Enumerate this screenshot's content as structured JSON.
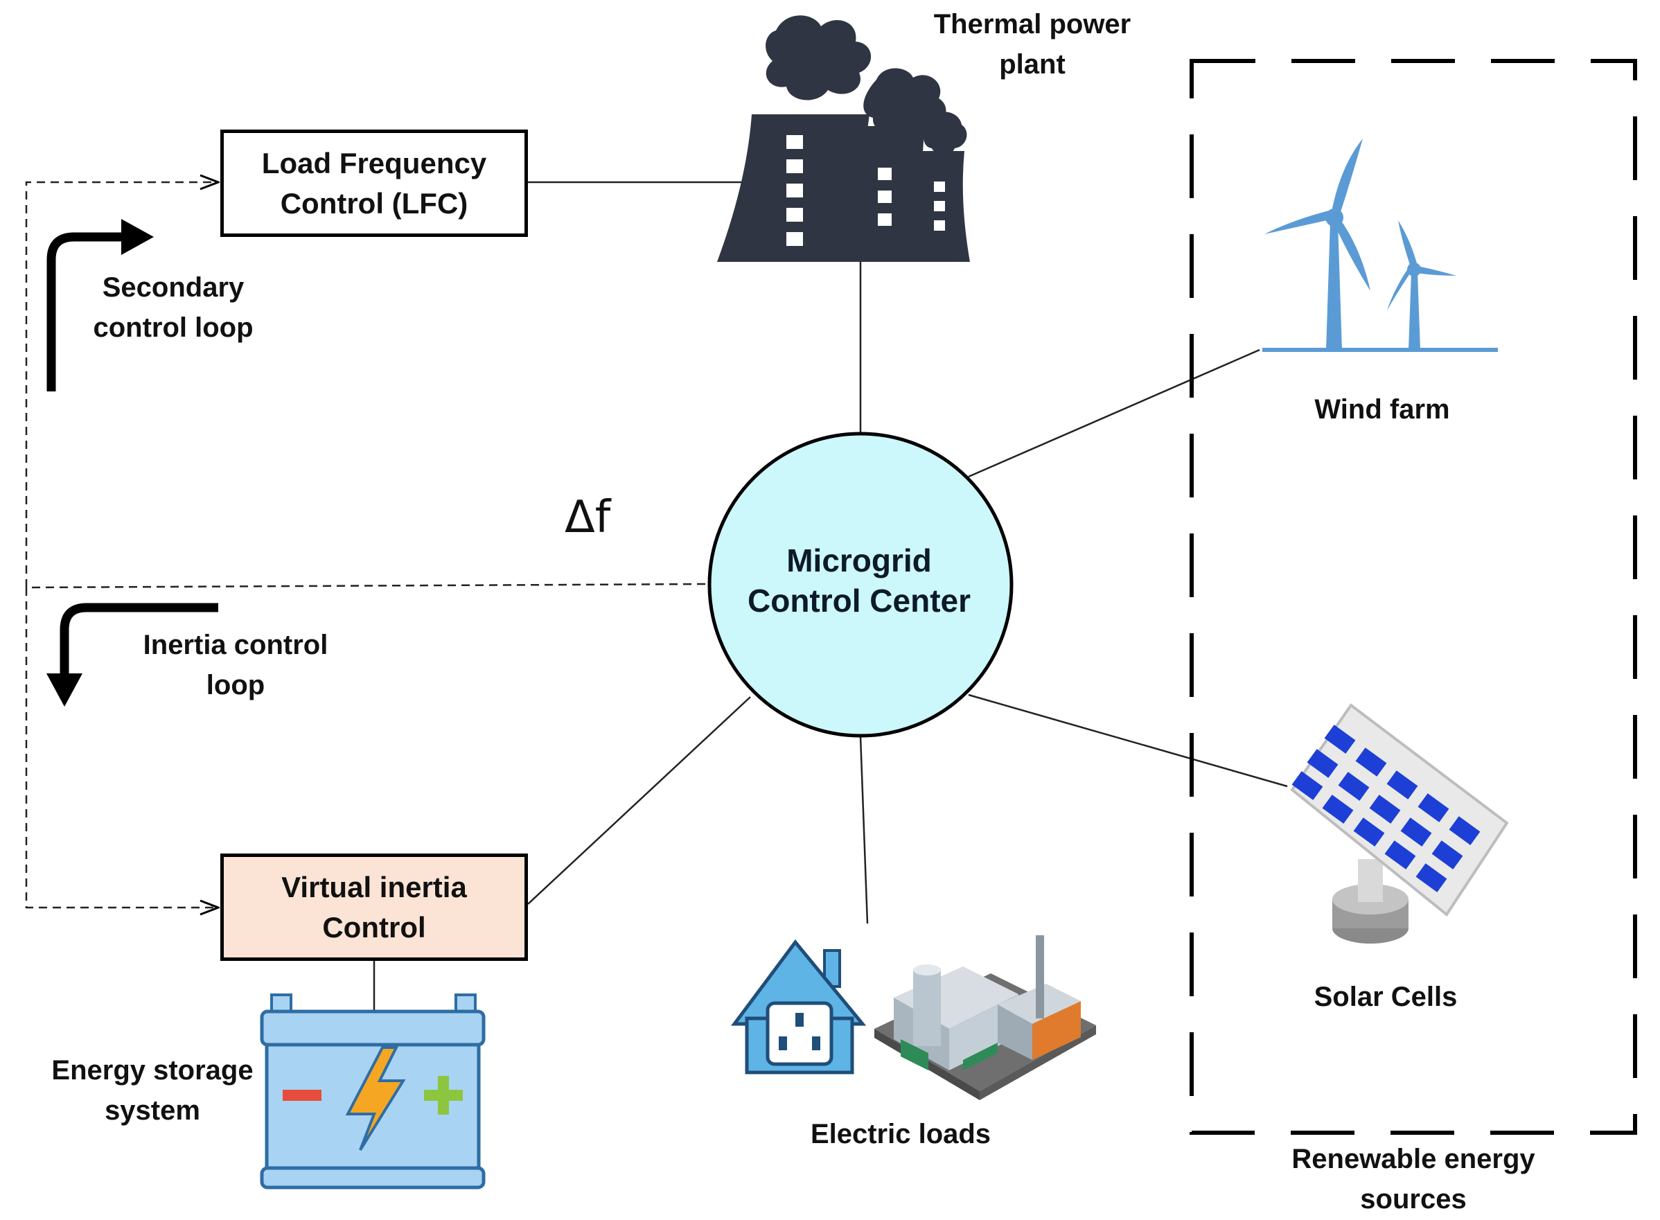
{
  "center": {
    "line1": "Microgrid",
    "line2": "Control Center"
  },
  "lfc_box": {
    "line1": "Load Frequency",
    "line2": "Control (LFC)"
  },
  "vic_box": {
    "line1": "Virtual inertia",
    "line2": "Control"
  },
  "labels": {
    "thermal": {
      "line1": "Thermal power",
      "line2": "plant"
    },
    "wind": "Wind farm",
    "solar": "Solar Cells",
    "loads": "Electric loads",
    "storage": {
      "line1": "Energy storage",
      "line2": "system"
    },
    "renewable": {
      "line1": "Renewable energy",
      "line2": "sources"
    },
    "secondary_loop": {
      "line1": "Secondary",
      "line2": "control loop"
    },
    "inertia_loop": {
      "line1": "Inertia control",
      "line2": "loop"
    },
    "delta_f": "Δf"
  },
  "colors": {
    "center_fill": "#ccf7fb",
    "vic_fill": "#fbe4d5",
    "thermal_icon": "#2f3542",
    "wind_icon": "#5b9bd5",
    "solar_panel": "#1d3fd6",
    "battery_fill": "#a9d3f2",
    "house_fill": "#5fb4e6"
  },
  "icons": [
    "cooling-tower-icon",
    "wind-turbine-icon",
    "solar-panel-icon",
    "house-outlet-icon",
    "factory-icon",
    "battery-icon"
  ]
}
